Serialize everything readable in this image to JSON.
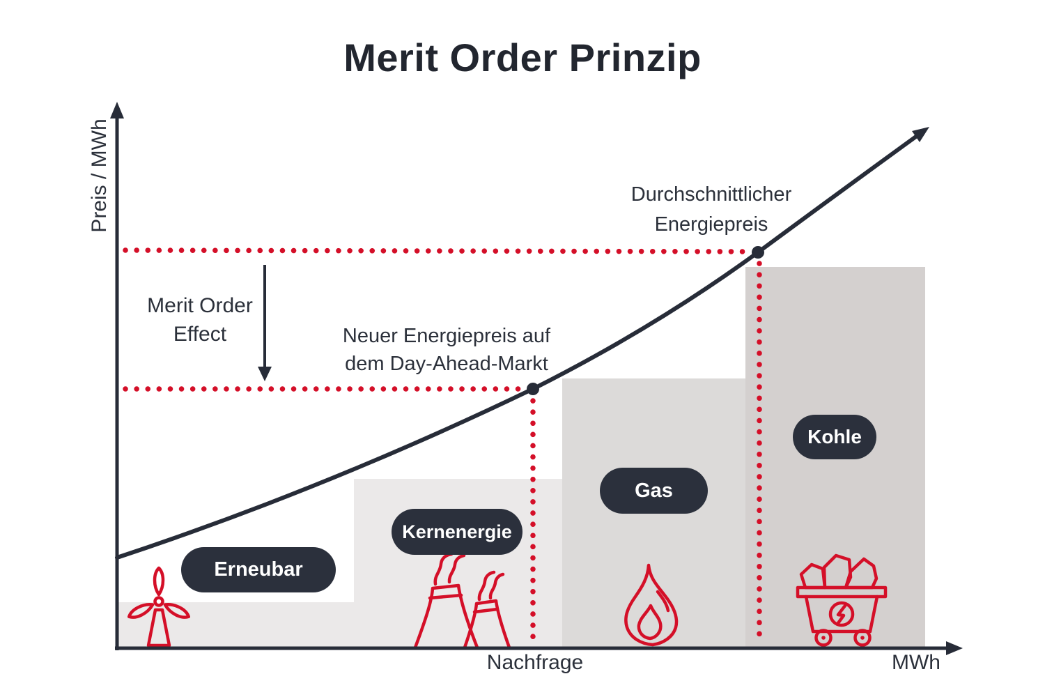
{
  "title": "Merit Order Prinzip",
  "axes": {
    "y_label": "Preis / MWh",
    "x_label": "MWh",
    "demand_label": "Nachfrage"
  },
  "annotations": {
    "merit_effect_line1": "Merit Order",
    "merit_effect_line2": "Effect",
    "new_price_line1": "Neuer Energiepreis auf",
    "new_price_line2": "dem Day-Ahead-Markt",
    "avg_price_line1": "Durchschnittlicher",
    "avg_price_line2": "Energiepreis"
  },
  "sources": [
    {
      "label": "Erneubar",
      "icon": "wind-turbine-icon"
    },
    {
      "label": "Kernenergie",
      "icon": "nuclear-cooling-towers-icon"
    },
    {
      "label": "Gas",
      "icon": "flame-icon"
    },
    {
      "label": "Kohle",
      "icon": "coal-cart-icon"
    }
  ],
  "colors": {
    "accent_red": "#d40f28",
    "dark_navy": "#272c38",
    "pill_background": "#2b303c",
    "step_gray_erneubar": "#ebe9e9",
    "step_gray_kernenergie": "#ebe9e9",
    "step_gray_gas": "#dcdad9",
    "step_gray_kohle": "#d4d0cf"
  },
  "chart_data": {
    "type": "area",
    "subtype": "merit-order-step-supply-curve",
    "title": "Merit Order Prinzip",
    "xlabel": "MWh",
    "ylabel": "Preis / MWh",
    "numeric_axis_labels_shown": false,
    "steps": [
      {
        "label": "Erneubar",
        "capacity_share": 0.29,
        "step_height_rel": 0.08
      },
      {
        "label": "Kernenergie",
        "capacity_share": 0.26,
        "step_height_rel": 0.31
      },
      {
        "label": "Gas",
        "capacity_share": 0.23,
        "step_height_rel": 0.49
      },
      {
        "label": "Kohle",
        "capacity_share": 0.22,
        "step_height_rel": 0.7
      }
    ],
    "price_markers": [
      {
        "label": "Neuer Energiepreis auf dem Day-Ahead-Markt",
        "price_rel": 0.48,
        "x_marker": "Nachfrage"
      },
      {
        "label": "Durchschnittlicher Energiepreis",
        "price_rel": 0.73
      }
    ],
    "effect_label": "Merit Order Effect",
    "legend_position": "none",
    "grid": false
  }
}
